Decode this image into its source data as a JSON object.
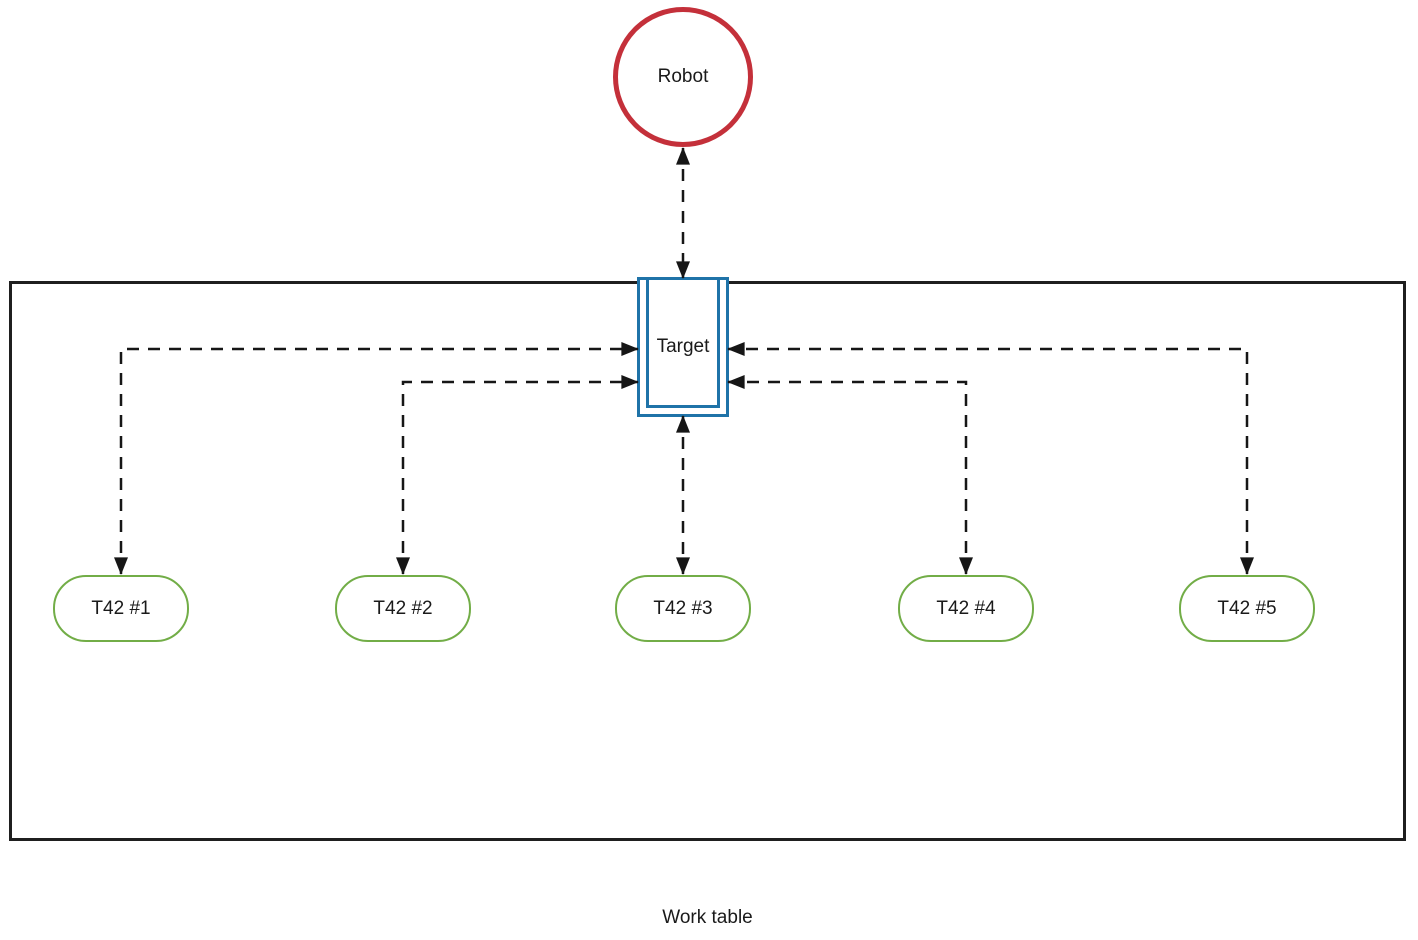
{
  "diagram": {
    "background": "#ffffff",
    "nodes": {
      "robot": {
        "label": "Robot",
        "shape": "circle",
        "border_color": "#c4303a"
      },
      "target": {
        "label": "Target",
        "shape": "predefined-process-rectangle",
        "border_color": "#1f73a8"
      },
      "stations": [
        {
          "label": "T42 #1"
        },
        {
          "label": "T42 #2"
        },
        {
          "label": "T42 #3"
        },
        {
          "label": "T42 #4"
        },
        {
          "label": "T42 #5"
        }
      ],
      "station_shape": "rounded-rectangle",
      "station_border_color": "#72ad47",
      "work_table": {
        "label": "Work table",
        "shape": "rectangle",
        "border_color": "#1f1f1f"
      }
    },
    "edges": [
      {
        "from": "Robot",
        "to": "Target",
        "line": "dashed",
        "arrowheads": "both",
        "route": "straight-vertical"
      },
      {
        "from": "T42 #1",
        "to": "Target",
        "line": "dashed",
        "arrowheads": "both",
        "route": "elbow-up-right"
      },
      {
        "from": "T42 #2",
        "to": "Target",
        "line": "dashed",
        "arrowheads": "both",
        "route": "elbow-up-right"
      },
      {
        "from": "T42 #3",
        "to": "Target",
        "line": "dashed",
        "arrowheads": "both",
        "route": "straight-vertical"
      },
      {
        "from": "T42 #4",
        "to": "Target",
        "line": "dashed",
        "arrowheads": "both",
        "route": "elbow-up-left"
      },
      {
        "from": "T42 #5",
        "to": "Target",
        "line": "dashed",
        "arrowheads": "both",
        "route": "elbow-up-left"
      }
    ],
    "connector_color": "#161616",
    "text_color": "#1a1a1a"
  }
}
